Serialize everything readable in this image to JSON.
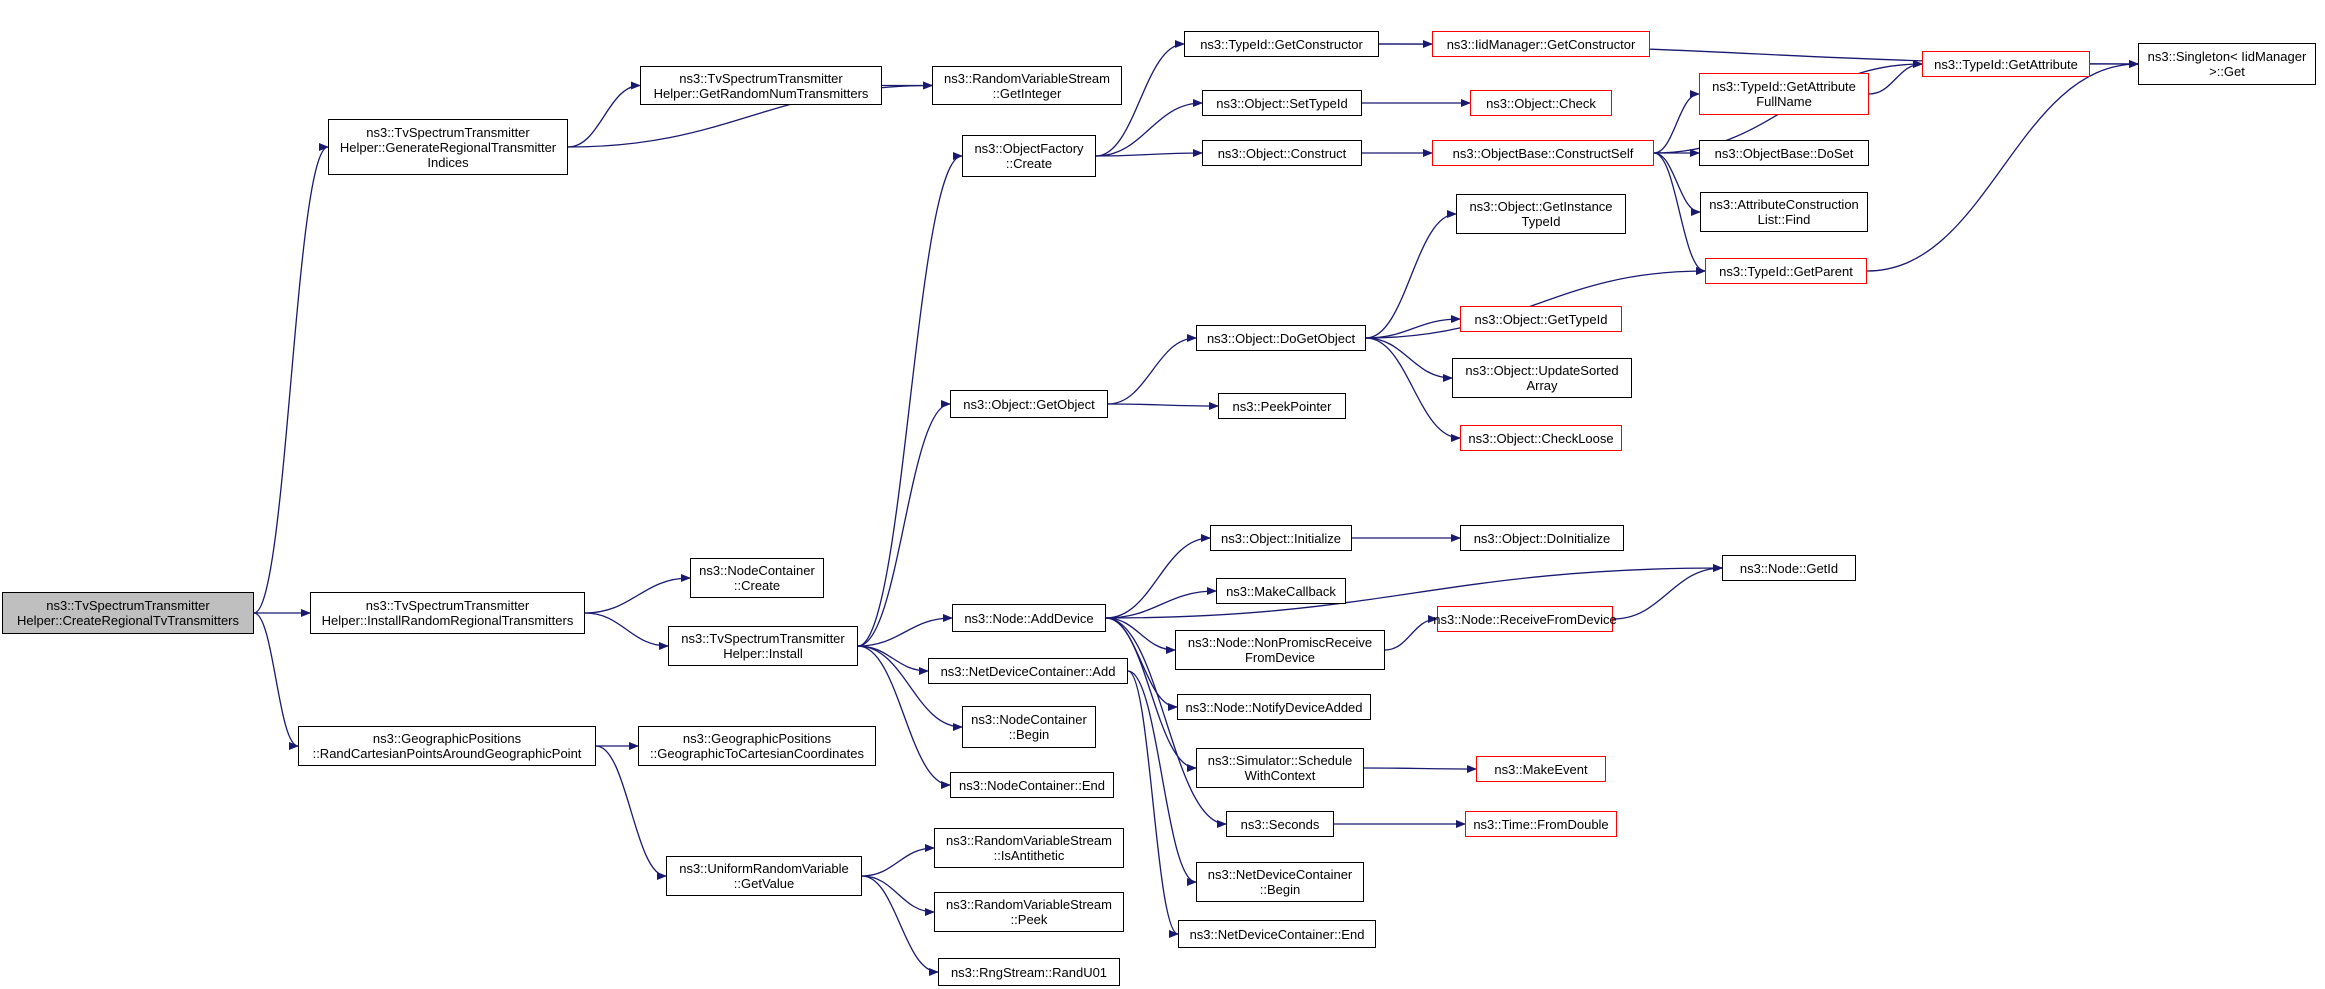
{
  "graph": {
    "colors": {
      "edge": "#191970",
      "node_border": "#000000",
      "incomplete_border": "#ff0000",
      "root_fill": "#bfbfbf"
    },
    "nodes": [
      {
        "id": "n0",
        "lines": [
          "ns3::TvSpectrumTransmitter",
          "Helper::CreateRegionalTvTransmitters"
        ],
        "root": true
      },
      {
        "id": "n1",
        "lines": [
          "ns3::TvSpectrumTransmitter",
          "Helper::GenerateRegionalTransmitter",
          "Indices"
        ]
      },
      {
        "id": "n2",
        "lines": [
          "ns3::TvSpectrumTransmitter",
          "Helper::GetRandomNumTransmitters"
        ]
      },
      {
        "id": "n3",
        "lines": [
          "ns3::RandomVariableStream",
          "::GetInteger"
        ]
      },
      {
        "id": "n4",
        "lines": [
          "ns3::TvSpectrumTransmitter",
          "Helper::InstallRandomRegionalTransmitters"
        ]
      },
      {
        "id": "n5",
        "lines": [
          "ns3::NodeContainer",
          "::Create"
        ]
      },
      {
        "id": "n6",
        "lines": [
          "ns3::TvSpectrumTransmitter",
          "Helper::Install"
        ]
      },
      {
        "id": "n7",
        "lines": [
          "ns3::GeographicPositions",
          "::RandCartesianPointsAroundGeographicPoint"
        ]
      },
      {
        "id": "n8",
        "lines": [
          "ns3::GeographicPositions",
          "::GeographicToCartesianCoordinates"
        ]
      },
      {
        "id": "n9",
        "lines": [
          "ns3::UniformRandomVariable",
          "::GetValue"
        ]
      },
      {
        "id": "n10",
        "lines": [
          "ns3::RandomVariableStream",
          "::IsAntithetic"
        ]
      },
      {
        "id": "n11",
        "lines": [
          "ns3::RandomVariableStream",
          "::Peek"
        ]
      },
      {
        "id": "n12",
        "lines": [
          "ns3::RngStream::RandU01"
        ]
      },
      {
        "id": "n13",
        "lines": [
          "ns3::ObjectFactory",
          "::Create"
        ]
      },
      {
        "id": "n14",
        "lines": [
          "ns3::Object::GetObject"
        ]
      },
      {
        "id": "n15",
        "lines": [
          "ns3::Node::AddDevice"
        ]
      },
      {
        "id": "n16",
        "lines": [
          "ns3::NetDeviceContainer::Add"
        ]
      },
      {
        "id": "n17",
        "lines": [
          "ns3::NodeContainer",
          "::Begin"
        ]
      },
      {
        "id": "n18",
        "lines": [
          "ns3::NodeContainer::End"
        ]
      },
      {
        "id": "n19",
        "lines": [
          "ns3::TypeId::GetConstructor"
        ]
      },
      {
        "id": "n20",
        "lines": [
          "ns3::IidManager::GetConstructor"
        ],
        "incomplete": true
      },
      {
        "id": "n21",
        "lines": [
          "ns3::Object::SetTypeId"
        ]
      },
      {
        "id": "n22",
        "lines": [
          "ns3::Object::Check"
        ],
        "incomplete": true
      },
      {
        "id": "n23",
        "lines": [
          "ns3::Object::Construct"
        ]
      },
      {
        "id": "n24",
        "lines": [
          "ns3::ObjectBase::ConstructSelf"
        ],
        "incomplete": true
      },
      {
        "id": "n25",
        "lines": [
          "ns3::TypeId::GetAttribute",
          "FullName"
        ],
        "incomplete": true
      },
      {
        "id": "n26",
        "lines": [
          "ns3::TypeId::GetAttribute"
        ],
        "incomplete": true
      },
      {
        "id": "n27",
        "lines": [
          "ns3::Singleton< IidManager",
          ">::Get"
        ]
      },
      {
        "id": "n28",
        "lines": [
          "ns3::ObjectBase::DoSet"
        ]
      },
      {
        "id": "n29",
        "lines": [
          "ns3::AttributeConstruction",
          "List::Find"
        ]
      },
      {
        "id": "n30",
        "lines": [
          "ns3::TypeId::GetParent"
        ],
        "incomplete": true
      },
      {
        "id": "n31",
        "lines": [
          "ns3::Object::GetInstance",
          "TypeId"
        ]
      },
      {
        "id": "n32",
        "lines": [
          "ns3::Object::DoGetObject"
        ]
      },
      {
        "id": "n33",
        "lines": [
          "ns3::Object::GetTypeId"
        ],
        "incomplete": true
      },
      {
        "id": "n34",
        "lines": [
          "ns3::Object::UpdateSorted",
          "Array"
        ]
      },
      {
        "id": "n35",
        "lines": [
          "ns3::Object::CheckLoose"
        ],
        "incomplete": true
      },
      {
        "id": "n36",
        "lines": [
          "ns3::PeekPointer"
        ]
      },
      {
        "id": "n37",
        "lines": [
          "ns3::Object::Initialize"
        ]
      },
      {
        "id": "n38",
        "lines": [
          "ns3::Object::DoInitialize"
        ]
      },
      {
        "id": "n39",
        "lines": [
          "ns3::Node::GetId"
        ]
      },
      {
        "id": "n40",
        "lines": [
          "ns3::MakeCallback"
        ]
      },
      {
        "id": "n41",
        "lines": [
          "ns3::Node::NonPromiscReceive",
          "FromDevice"
        ]
      },
      {
        "id": "n42",
        "lines": [
          "ns3::Node::ReceiveFromDevice"
        ],
        "incomplete": true
      },
      {
        "id": "n43",
        "lines": [
          "ns3::Node::NotifyDeviceAdded"
        ]
      },
      {
        "id": "n44",
        "lines": [
          "ns3::Simulator::Schedule",
          "WithContext"
        ]
      },
      {
        "id": "n45",
        "lines": [
          "ns3::MakeEvent"
        ],
        "incomplete": true
      },
      {
        "id": "n46",
        "lines": [
          "ns3::Seconds"
        ]
      },
      {
        "id": "n47",
        "lines": [
          "ns3::Time::FromDouble"
        ],
        "incomplete": true
      },
      {
        "id": "n48",
        "lines": [
          "ns3::NetDeviceContainer",
          "::Begin"
        ]
      },
      {
        "id": "n49",
        "lines": [
          "ns3::NetDeviceContainer::End"
        ]
      }
    ],
    "edges": [
      [
        "n0",
        "n1"
      ],
      [
        "n0",
        "n4"
      ],
      [
        "n0",
        "n7"
      ],
      [
        "n1",
        "n2"
      ],
      [
        "n1",
        "n3"
      ],
      [
        "n2",
        "n3"
      ],
      [
        "n4",
        "n5"
      ],
      [
        "n4",
        "n6"
      ],
      [
        "n6",
        "n13"
      ],
      [
        "n6",
        "n14"
      ],
      [
        "n6",
        "n15"
      ],
      [
        "n6",
        "n16"
      ],
      [
        "n6",
        "n17"
      ],
      [
        "n6",
        "n18"
      ],
      [
        "n7",
        "n8"
      ],
      [
        "n7",
        "n9"
      ],
      [
        "n9",
        "n10"
      ],
      [
        "n9",
        "n11"
      ],
      [
        "n9",
        "n12"
      ],
      [
        "n13",
        "n19"
      ],
      [
        "n13",
        "n21"
      ],
      [
        "n13",
        "n23"
      ],
      [
        "n19",
        "n20"
      ],
      [
        "n19",
        "n27"
      ],
      [
        "n21",
        "n22"
      ],
      [
        "n23",
        "n24"
      ],
      [
        "n24",
        "n25"
      ],
      [
        "n24",
        "n26"
      ],
      [
        "n24",
        "n28"
      ],
      [
        "n24",
        "n29"
      ],
      [
        "n24",
        "n30"
      ],
      [
        "n25",
        "n26"
      ],
      [
        "n26",
        "n27"
      ],
      [
        "n30",
        "n27"
      ],
      [
        "n14",
        "n32"
      ],
      [
        "n14",
        "n36"
      ],
      [
        "n32",
        "n31"
      ],
      [
        "n32",
        "n30"
      ],
      [
        "n32",
        "n33"
      ],
      [
        "n32",
        "n34"
      ],
      [
        "n32",
        "n35"
      ],
      [
        "n15",
        "n37"
      ],
      [
        "n15",
        "n39"
      ],
      [
        "n15",
        "n40"
      ],
      [
        "n15",
        "n41"
      ],
      [
        "n15",
        "n43"
      ],
      [
        "n15",
        "n44"
      ],
      [
        "n15",
        "n46"
      ],
      [
        "n37",
        "n38"
      ],
      [
        "n41",
        "n42"
      ],
      [
        "n42",
        "n39"
      ],
      [
        "n44",
        "n45"
      ],
      [
        "n46",
        "n47"
      ],
      [
        "n16",
        "n48"
      ],
      [
        "n16",
        "n49"
      ]
    ]
  }
}
